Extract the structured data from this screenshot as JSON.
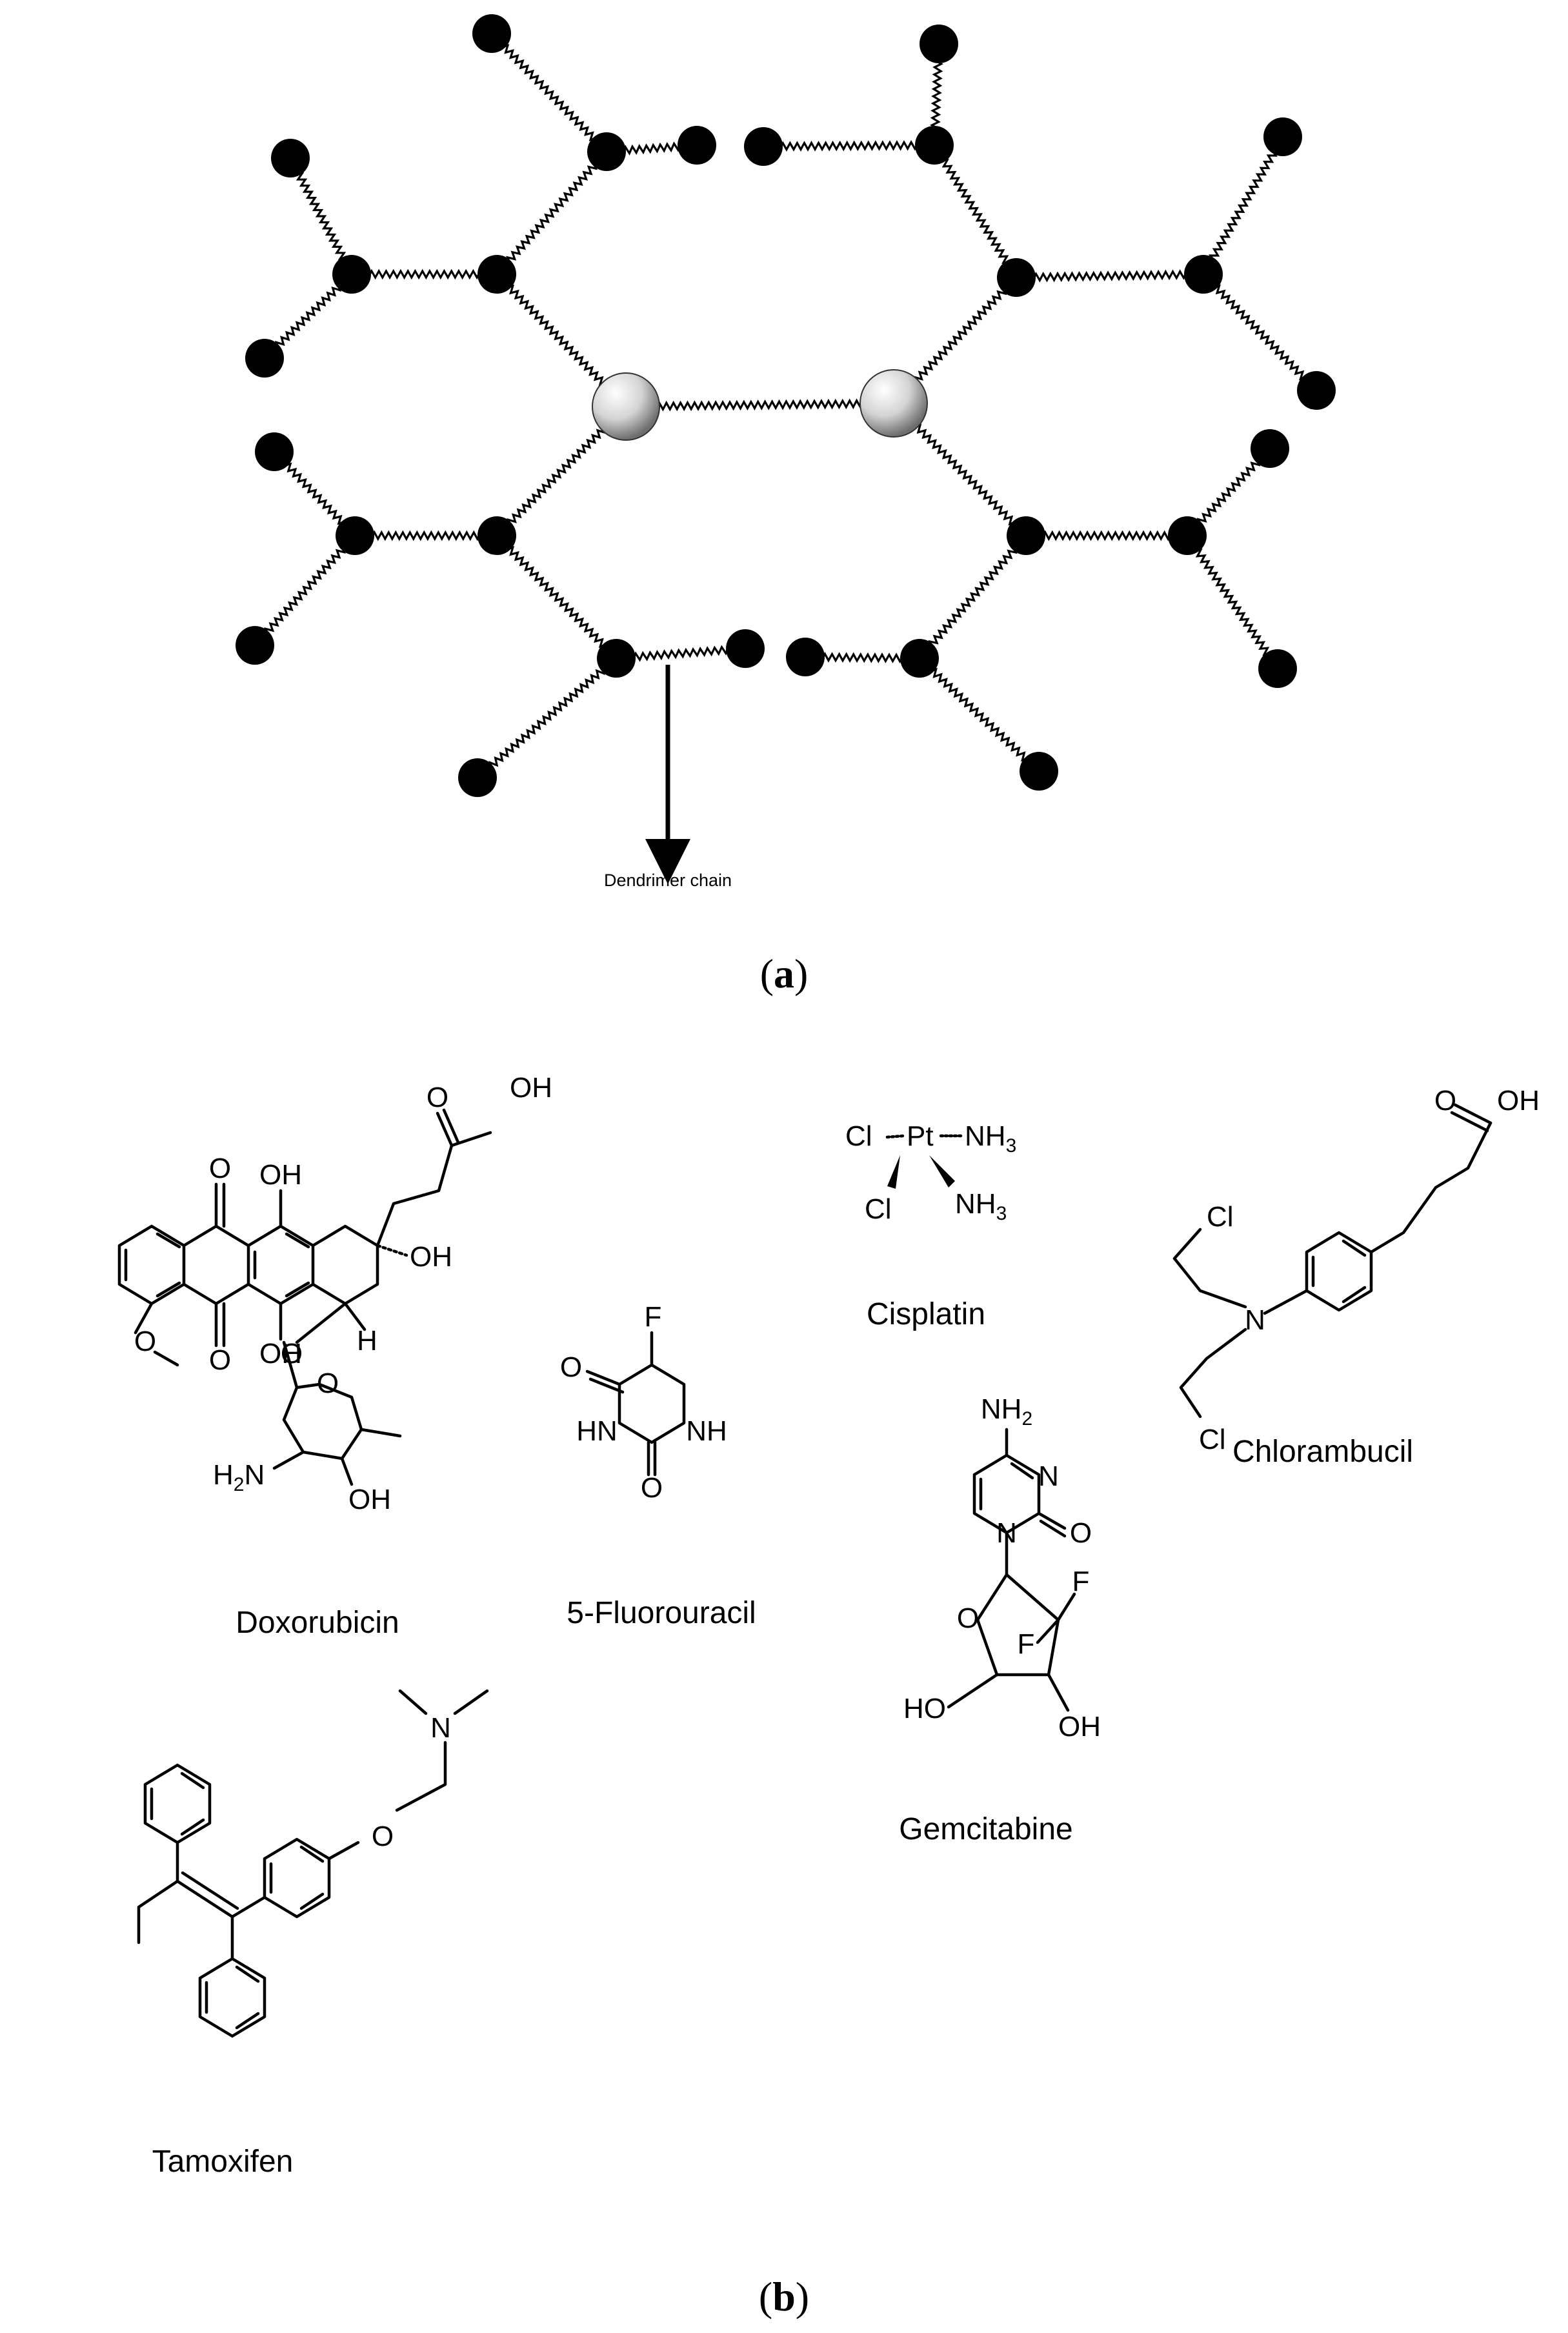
{
  "panel_a": {
    "label_open": "(",
    "label_letter": "a",
    "label_close": ")",
    "annotation": "Dendrimer chain"
  },
  "panel_b": {
    "label_open": "(",
    "label_letter": "b",
    "label_close": ")",
    "molecules": {
      "doxorubicin": {
        "name": "Doxorubicin",
        "atoms": {
          "o_ketone_top": "O",
          "oh_ketone": "OH",
          "o_quinone_top": "O",
          "o_quinone_bottom": "O",
          "oh_ring_top": "OH",
          "oh_ring_bottom": "OH",
          "oh_quaternary": "OH",
          "o_methoxy": "O",
          "o_glycoside": "O",
          "h_stereo": "H",
          "o_sugar_ring": "O",
          "h2n": "H",
          "h2n_sub": "2",
          "h2n_n": "N",
          "oh_sugar": "OH"
        }
      },
      "cisplatin": {
        "name": "Cisplatin",
        "atoms": {
          "cl_top": "Cl",
          "cl_bottom": "Cl",
          "pt": "Pt",
          "nh3_top": "NH",
          "nh3_top_sub": "3",
          "nh3_bottom": "NH",
          "nh3_bottom_sub": "3"
        }
      },
      "fluorouracil": {
        "name": "5-Fluorouracil",
        "atoms": {
          "f": "F",
          "o_top": "O",
          "hn": "HN",
          "nh": "NH",
          "o_bottom": "O"
        }
      },
      "gemcitabine": {
        "name": "Gemcitabine",
        "atoms": {
          "nh2": "NH",
          "nh2_sub": "2",
          "n_ring": "N",
          "n_glycosidic": "N",
          "o_carbonyl": "O",
          "o_ring": "O",
          "f_top": "F",
          "f_inner": "F",
          "ho": "HO",
          "oh": "OH"
        }
      },
      "chlorambucil": {
        "name": "Chlorambucil",
        "atoms": {
          "o_carbonyl": "O",
          "oh": "OH",
          "cl_top": "Cl",
          "n": "N",
          "cl_bottom": "Cl"
        }
      },
      "tamoxifen": {
        "name": "Tamoxifen",
        "atoms": {
          "n": "N",
          "o": "O"
        }
      }
    }
  }
}
